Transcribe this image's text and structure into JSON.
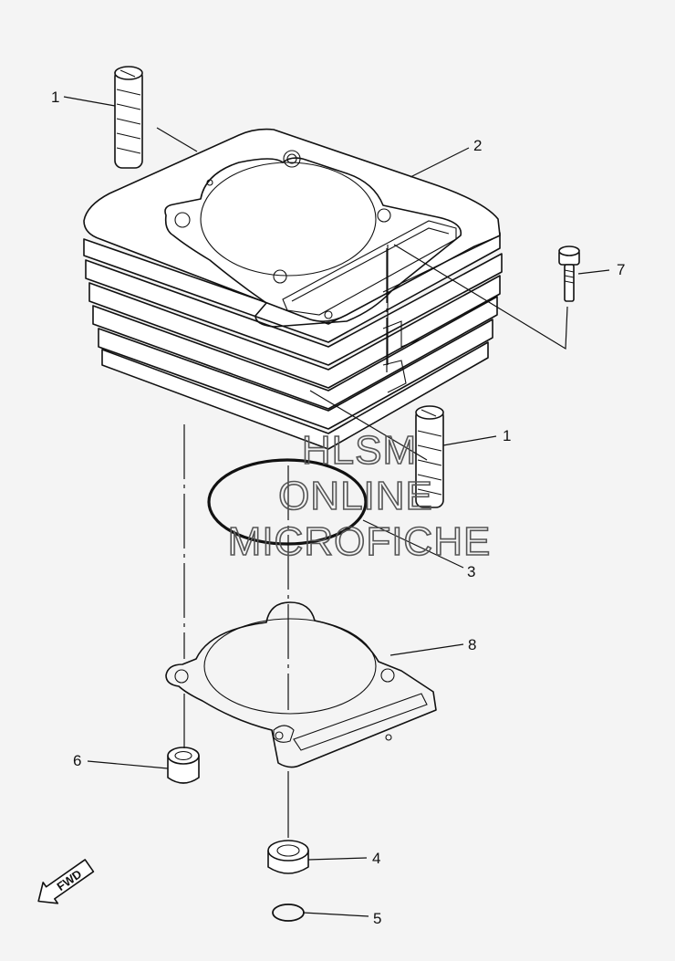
{
  "callouts": {
    "c1a": "1",
    "c1b": "1",
    "c2": "2",
    "c3": "3",
    "c4": "4",
    "c5": "5",
    "c6": "6",
    "c7": "7",
    "c8": "8"
  },
  "watermark": {
    "line1": "HLSM",
    "line2": "ONLINE",
    "line3": "MICROFICHE"
  },
  "direction_marker": {
    "label": "FWD",
    "icon": "fwd-arrow-icon"
  }
}
